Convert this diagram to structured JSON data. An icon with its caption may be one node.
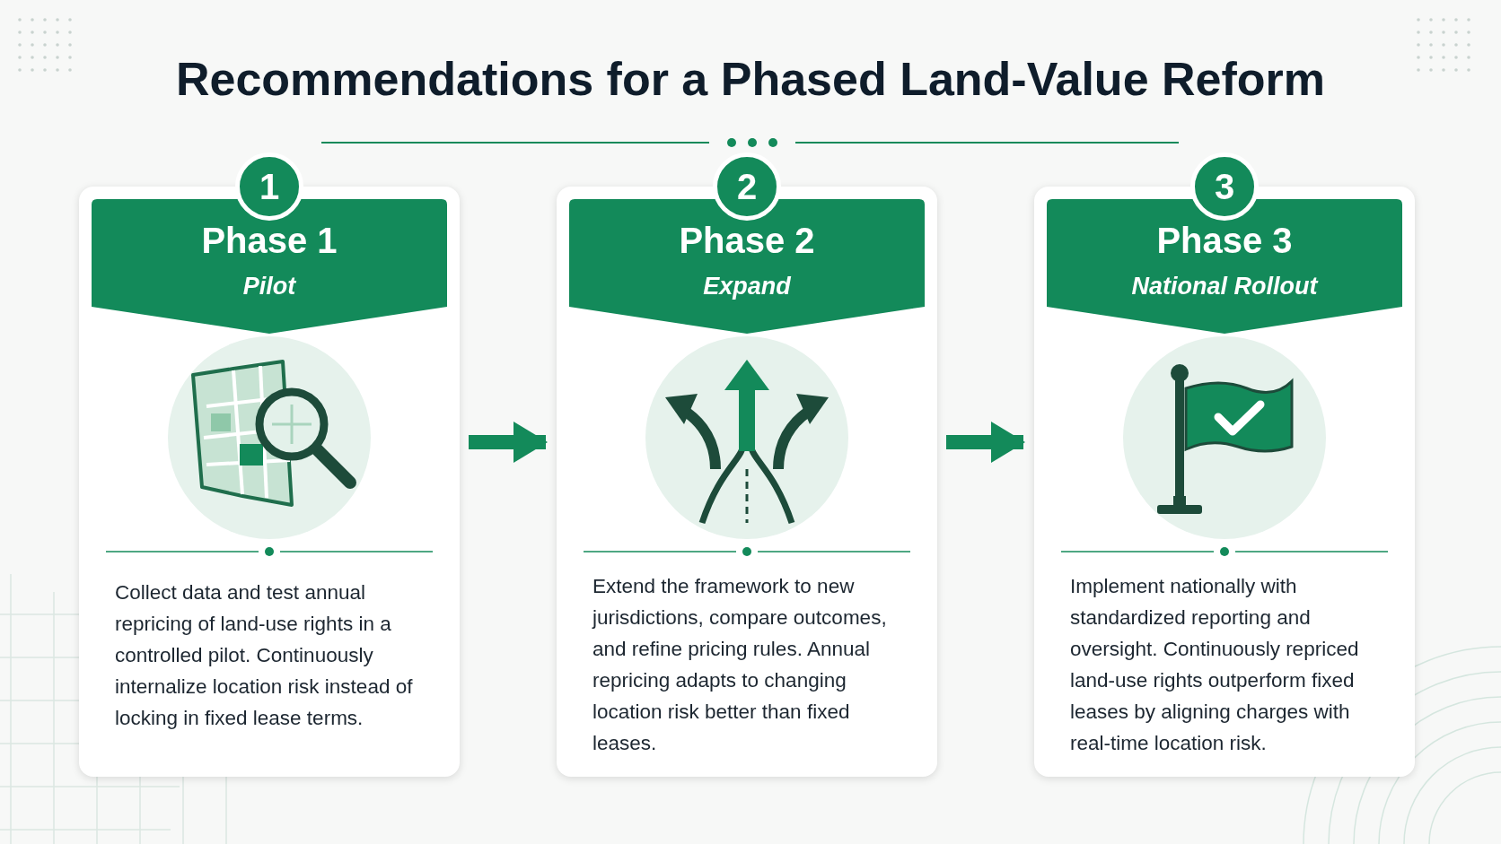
{
  "diagram": {
    "title": "Recommendations for a Phased Land-Value Reform",
    "nodes": [
      {
        "text": [
          "1",
          "Phase 1",
          "Pilot",
          "Collect data and test annual repricing of land-use rights in a controlled pilot. Continuously internalize location risk instead of locking in fixed lease terms."
        ]
      },
      {
        "text": [
          "2",
          "Phase 2",
          "Expand",
          "Extend the framework to new jurisdictions, compare outcomes, and refine pricing rules. Annual repricing adapts to changing location risk better than fixed leases."
        ]
      },
      {
        "text": [
          "3",
          "Phase 3",
          "National Rollout",
          "Implement nationally with standardized reporting and oversight. Continuously repriced land-use rights outperform fixed leases by aligning charges with real-time location risk."
        ]
      }
    ],
    "edges": [
      {
        "from": 0,
        "to": 1,
        "arrow": "to"
      },
      {
        "from": 1,
        "to": 2,
        "arrow": "to"
      }
    ]
  }
}
